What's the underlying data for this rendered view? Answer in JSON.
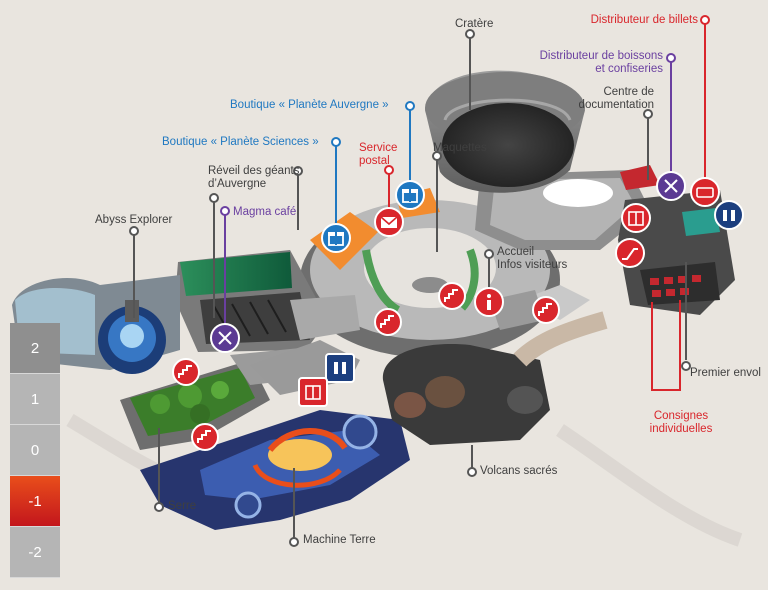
{
  "colors": {
    "background": "#e9e5df",
    "gray_label": "#3f3f3f",
    "blue_label": "#1f78c1",
    "red_label": "#d9262c",
    "purple_label": "#6a3fa0",
    "stairs_icon_bg": "#d9262c",
    "shop_icon_bg": "#1f78c1",
    "food_icon_bg": "#5b3a93",
    "toilet_icon_bg": "#1c3f7f",
    "active_floor": "#d9262c"
  },
  "labels": {
    "cratere": "Cratère",
    "distributeur_billets": "Distributeur de billets",
    "distributeur_boissons_line1": "Distributeur de boissons",
    "distributeur_boissons_line2": "et confiseries",
    "boutique_planete_auvergne": "Boutique « Planète Auvergne »",
    "centre_doc_line1": "Centre de",
    "centre_doc_line2": "documentation",
    "boutique_planete_sciences": "Boutique « Planète Sciences »",
    "service_postal_line1": "Service",
    "service_postal_line2": "postal",
    "maquettes": "Maquettes",
    "reveil_line1": "Réveil des géants",
    "reveil_line2": "d’Auvergne",
    "magma_cafe": "Magma café",
    "abyss_explorer": "Abyss Explorer",
    "accueil_line1": "Accueil",
    "accueil_line2": "Infos visiteurs",
    "premier_envol": "Premier envol",
    "consignes_line1": "Consignes",
    "consignes_line2": "individuelles",
    "volcans_sacres": "Volcans sacrés",
    "serre": "Serre",
    "machine_terre": "Machine Terre"
  },
  "floors": [
    "2",
    "1",
    "0",
    "-1",
    "-2"
  ],
  "active_floor": "-1",
  "icons": [
    "stairs-icon",
    "elevator-icon",
    "escalator-icon",
    "gift-icon",
    "mail-icon",
    "info-icon",
    "cutlery-icon",
    "ticket-icon",
    "toilet-icon"
  ]
}
